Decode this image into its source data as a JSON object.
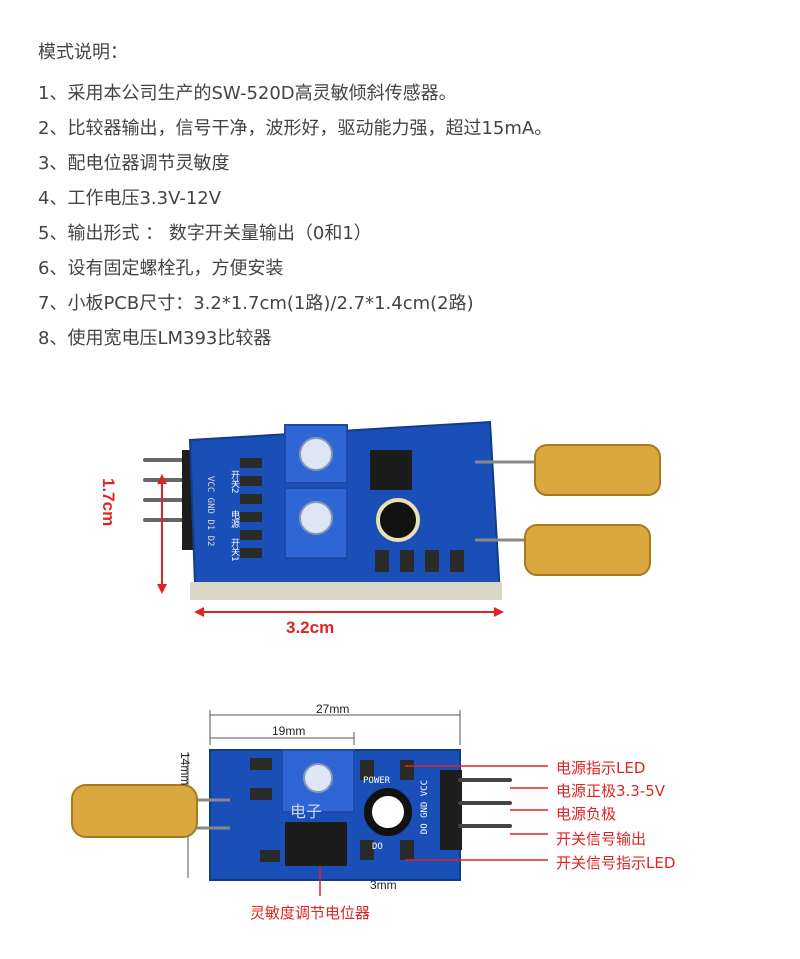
{
  "spec": {
    "title": "模式说明：",
    "items": [
      "1、采用本公司生产的SW-520D高灵敏倾斜传感器。",
      "2、比较器输出，信号干净，波形好，驱动能力强，超过15mA。",
      "3、配电位器调节灵敏度",
      "4、工作电压3.3V-12V",
      "5、输出形式 ： 数字开关量输出（0和1）",
      "6、设有固定螺栓孔，方便安装",
      "7、小板PCB尺寸：3.2*1.7cm(1路)/2.7*1.4cm(2路)",
      "8、使用宽电压LM393比较器"
    ]
  },
  "board1": {
    "height_label": "1.7cm",
    "width_label": "3.2cm",
    "silk_left": "开关2",
    "silk_mid": "电源",
    "silk_right": "开关1",
    "pins": "VCC GND D1 D2"
  },
  "board2": {
    "dim_total": "27mm",
    "dim_inner": "19mm",
    "dim_height": "14mm",
    "dim_small": "3mm",
    "silk_power": "POWER",
    "silk_do": "DO",
    "silk_pins": "DO GND VCC",
    "silk_watermark": "电子",
    "callouts": [
      "电源指示LED",
      "电源正极3.3-5V",
      "电源负极",
      "开关信号输出",
      "开关信号指示LED"
    ],
    "pot_label": "灵敏度调节电位器"
  },
  "colors": {
    "pcb": "#1a4fb8",
    "accent": "#e02424",
    "gold": "#d9a93f"
  }
}
